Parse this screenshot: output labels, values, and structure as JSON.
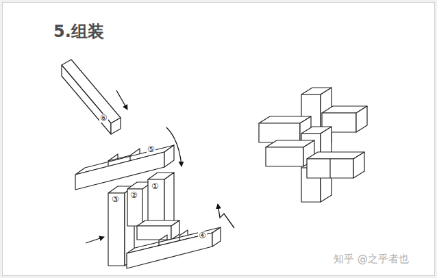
{
  "diagram": {
    "title": "5.组装",
    "labels": [
      "⑥",
      "⑤",
      "②",
      "①",
      "③",
      "④",
      "知乎 @之乎者也"
    ]
  }
}
